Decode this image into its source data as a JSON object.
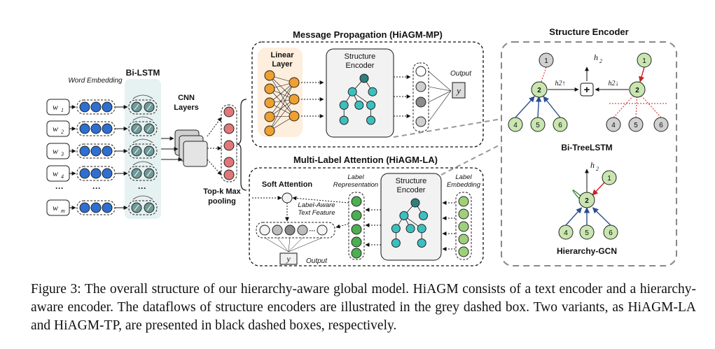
{
  "text_encoder": {
    "word_embedding_label": "Word Embedding",
    "bilstm_label": "Bi-LSTM",
    "words": [
      "w1",
      "w2",
      "w3",
      "w4",
      "wm"
    ],
    "ellipsis": "···",
    "cnn_label_1": "CNN",
    "cnn_label_2": "Layers",
    "topk_label_1": "Top-k Max",
    "topk_label_2": "pooling"
  },
  "mp": {
    "title": "Message Propagation (HiAGM-MP)",
    "linear_1": "Linear",
    "linear_2": "Layer",
    "struct_1": "Structure",
    "struct_2": "Encoder",
    "output_label": "Output",
    "y": "y"
  },
  "la": {
    "title": "Multi-Label Attention (HiAGM-LA)",
    "soft_attention": "Soft Attention",
    "label_rep_1": "Label",
    "label_rep_2": "Representation",
    "struct_1": "Structure",
    "struct_2": "Encoder",
    "label_emb_1": "Label",
    "label_emb_2": "Embedding",
    "la_text_1": "Label-Aware",
    "la_text_2": "Text Feature",
    "output_label": "Output",
    "y": "y"
  },
  "se": {
    "title": "Structure Encoder",
    "bitree_label": "Bi-TreeLSTM",
    "gcn_label": "Hierarchy-GCN",
    "h2": "h2",
    "h2_up": "h2↑",
    "h2_down": "h2↓",
    "plus": "+",
    "node_1": "1",
    "node_2": "2",
    "node_4": "4",
    "node_5": "5",
    "node_6": "6"
  },
  "caption": "Figure 3: The overall structure of our hierarchy-aware global model. HiAGM consists of a text encoder and a hierarchy-aware encoder. The dataflows of structure encoders are illustrated in the grey dashed box. Two variants, as HiAGM-LA and HiAGM-TP, are presented in black dashed boxes, respectively.",
  "colors": {
    "embedding_blue": "#2f6fd0",
    "lstm_teal": "#6f9a9a",
    "linear_orange": "#f0a030",
    "pool_red": "#e0787a",
    "tree_teal": "#3dbfbf",
    "label_green": "#4caf50",
    "node_green": "#c9e6b0",
    "node_grey": "#d0d0d0",
    "arrow_red": "#cc2222",
    "arrow_blue": "#2a4f8f"
  }
}
